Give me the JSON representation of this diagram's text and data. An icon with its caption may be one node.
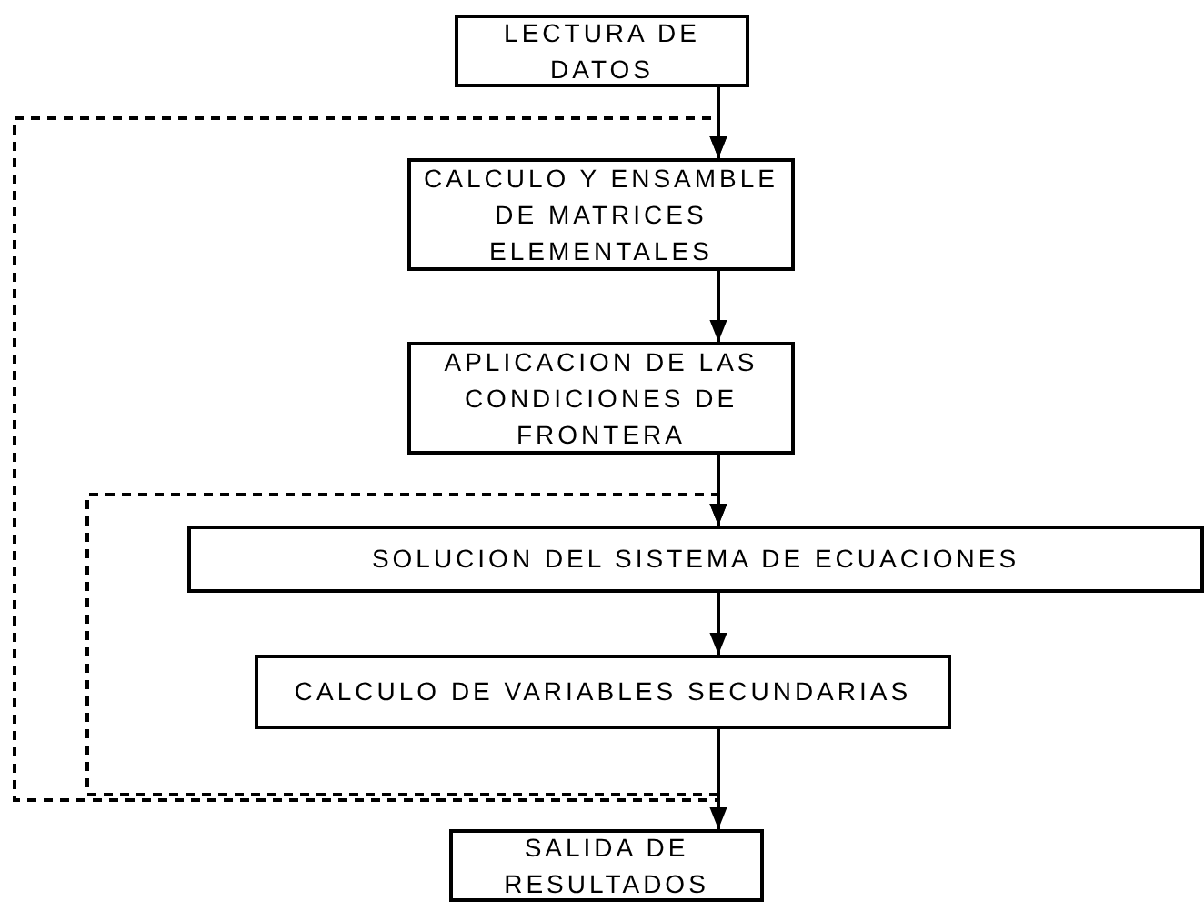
{
  "diagram": {
    "nodes": [
      {
        "text": [
          "LECTURA DE DATOS"
        ]
      },
      {
        "text": [
          "CALCULO Y ENSAMBLE DE MATRICES ELEMENTALES"
        ]
      },
      {
        "text": [
          "APLICACION DE LAS CONDICIONES DE FRONTERA"
        ]
      },
      {
        "text": [
          "SOLUCION DEL SISTEMA DE ECUACIONES"
        ]
      },
      {
        "text": [
          "CALCULO DE VARIABLES SECUNDARIAS"
        ]
      },
      {
        "text": [
          "SALIDA DE RESULTADOS"
        ]
      }
    ],
    "edges": [
      {
        "from": 0,
        "to": 1,
        "arrow": "to"
      },
      {
        "from": 1,
        "to": 2,
        "arrow": "to"
      },
      {
        "from": 2,
        "to": 3,
        "arrow": "to"
      },
      {
        "from": 3,
        "to": 4,
        "arrow": "to"
      },
      {
        "from": 4,
        "to": 5,
        "arrow": "to"
      },
      {
        "from": 4,
        "to": 1,
        "arrow": "to",
        "style": "dashed"
      },
      {
        "from": 4,
        "to": 3,
        "arrow": "to",
        "style": "dashed"
      }
    ]
  }
}
